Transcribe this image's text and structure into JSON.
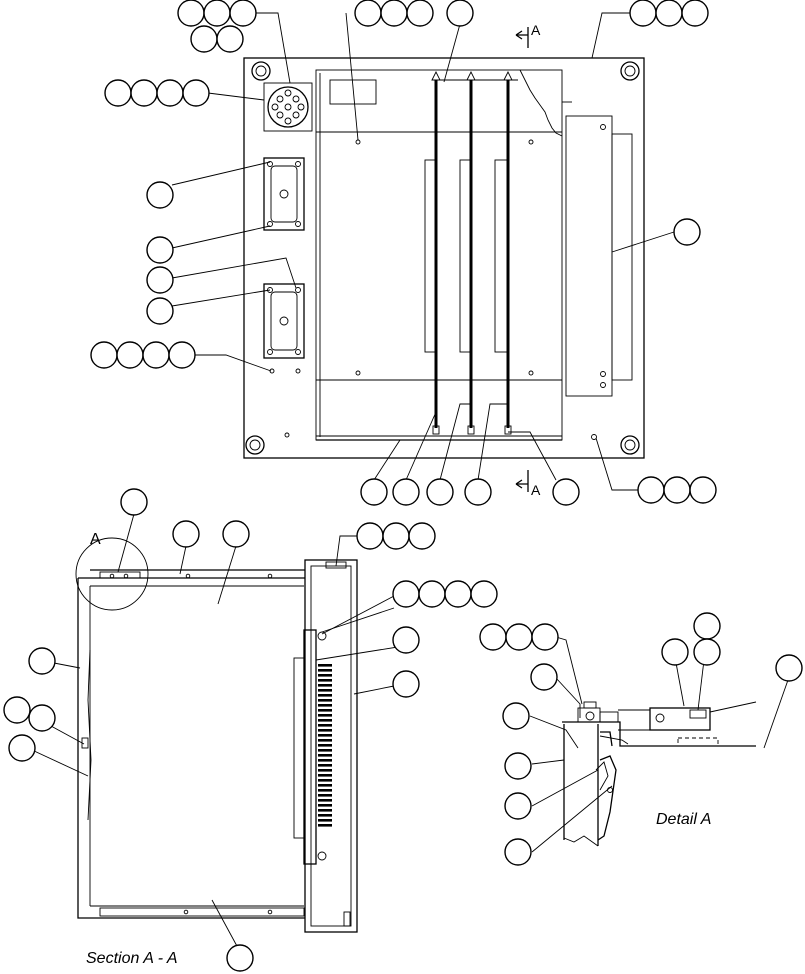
{
  "labels": {
    "section_marker": "A",
    "section_title": "Section A - A",
    "detail_title": "Detail A",
    "detail_circle_label": "A"
  }
}
